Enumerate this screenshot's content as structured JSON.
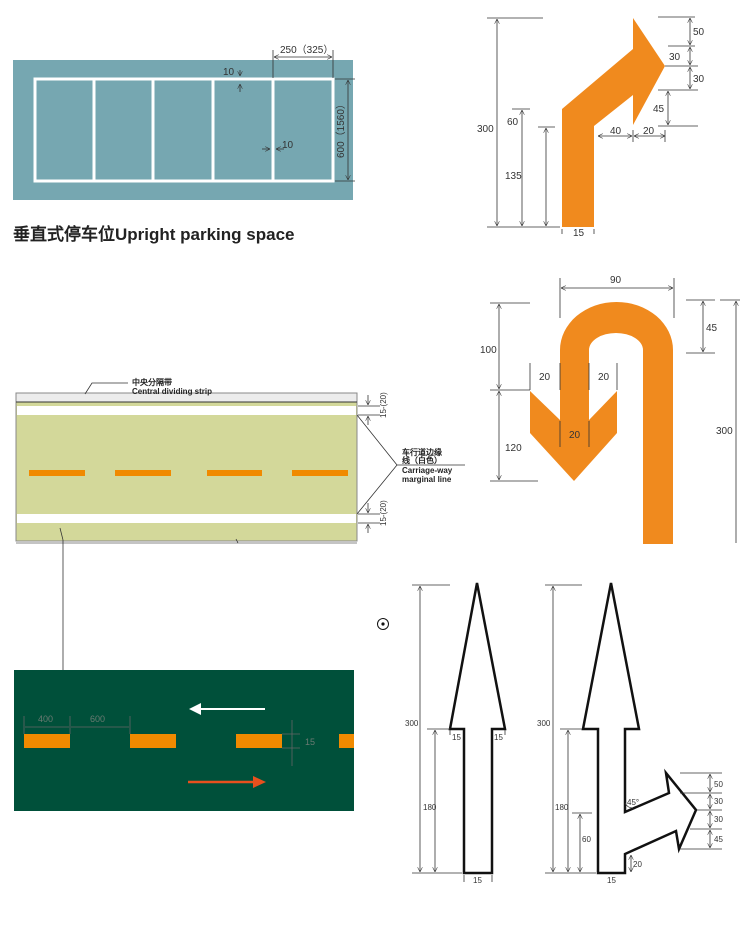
{
  "colors": {
    "teal": "#76a7b1",
    "orange": "#f08a1e",
    "road_green": "#d3d89a",
    "dark_green": "#00503a",
    "red_arrow": "#e8501e"
  },
  "parking": {
    "title": "垂直式停车位Upright parking space",
    "dim_width": "250（325）",
    "dim_length": "600（1560）",
    "dim_line_top": "10",
    "dim_line_side": "10"
  },
  "right_turn_arrow": {
    "dim_total": "300",
    "dim_60": "60",
    "dim_135": "135",
    "dim_stem_width": "15",
    "dim_50": "50",
    "dim_30a": "30",
    "dim_30b": "30",
    "dim_45": "45",
    "dim_40": "40",
    "dim_20": "20"
  },
  "u_turn_arrow": {
    "dim_90": "90",
    "dim_100": "100",
    "dim_120": "120",
    "dim_20_left": "20",
    "dim_20_right": "20",
    "dim_20_center": "20",
    "dim_45": "45",
    "dim_300": "300"
  },
  "road_section": {
    "strip_label_cn": "中央分隔带",
    "strip_label_en": "Central dividing strip",
    "edge_label_cn_1": "车行道边缘",
    "edge_label_cn_2": "线（白色）",
    "edge_label_en_1": "Carriage-way",
    "edge_label_en_2": "marginal line",
    "dim_top": "15-(20)",
    "dim_bottom": "15-(20)"
  },
  "lane_plan": {
    "dim_dash": "400",
    "dim_gap": "600",
    "dim_width": "15"
  },
  "straight_arrow": {
    "dim_300": "300",
    "dim_180": "180",
    "dim_15_left": "15",
    "dim_15_right": "15",
    "dim_15_bottom": "15"
  },
  "straight_right_arrow": {
    "dim_300": "300",
    "dim_180": "180",
    "dim_60": "60",
    "dim_20": "20",
    "angle": "45°",
    "dim_15": "15",
    "dim_50": "50",
    "dim_30a": "30",
    "dim_30b": "30",
    "dim_45": "45"
  }
}
